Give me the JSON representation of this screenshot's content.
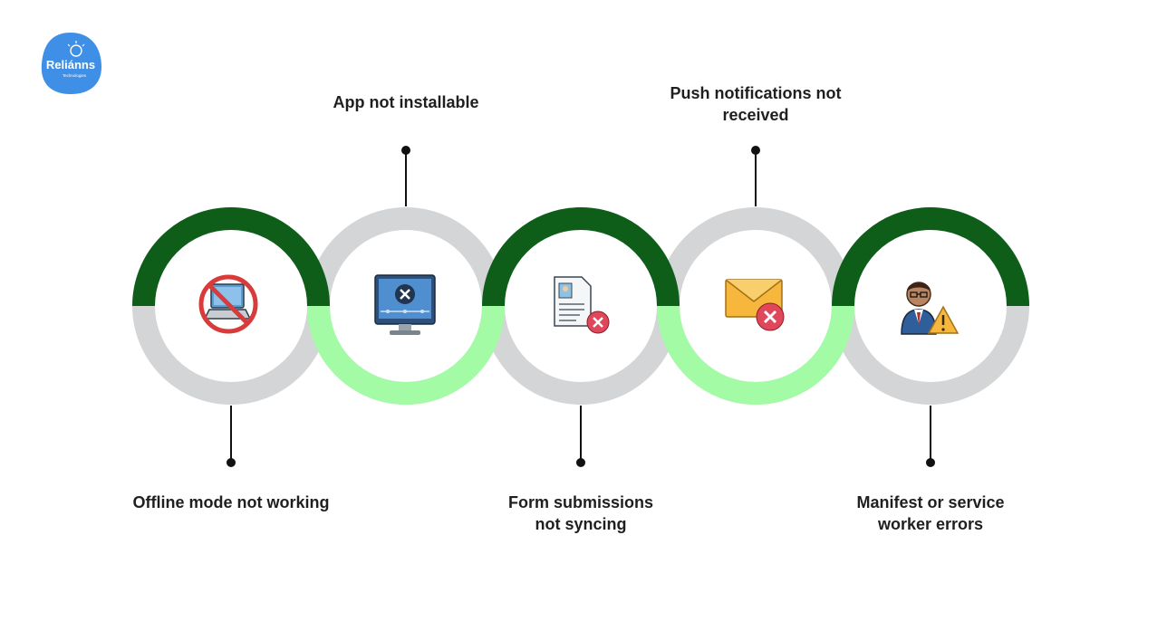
{
  "brand": {
    "logo_text": "Reliánns",
    "logo_sub": "Technologies",
    "logo_color": "#3f8fe6"
  },
  "colors": {
    "dark_green": "#0e5e1a",
    "light_green": "#a3fba5",
    "gray": "#d4d5d6",
    "connector": "#111111"
  },
  "steps": [
    {
      "label": "Offline mode not working",
      "icon": "no-computer-icon",
      "accent": "dark-green-top",
      "label_position": "below"
    },
    {
      "label": "App not installable",
      "icon": "monitor-error-icon",
      "accent": "light-green-bottom",
      "label_position": "above"
    },
    {
      "label": "Form submissions not syncing",
      "icon": "document-error-icon",
      "accent": "dark-green-top",
      "label_position": "below"
    },
    {
      "label": "Push notifications not received",
      "icon": "envelope-error-icon",
      "accent": "light-green-bottom",
      "label_position": "above"
    },
    {
      "label": "Manifest or service worker errors",
      "icon": "person-warning-icon",
      "accent": "dark-green-top",
      "label_position": "below"
    }
  ]
}
